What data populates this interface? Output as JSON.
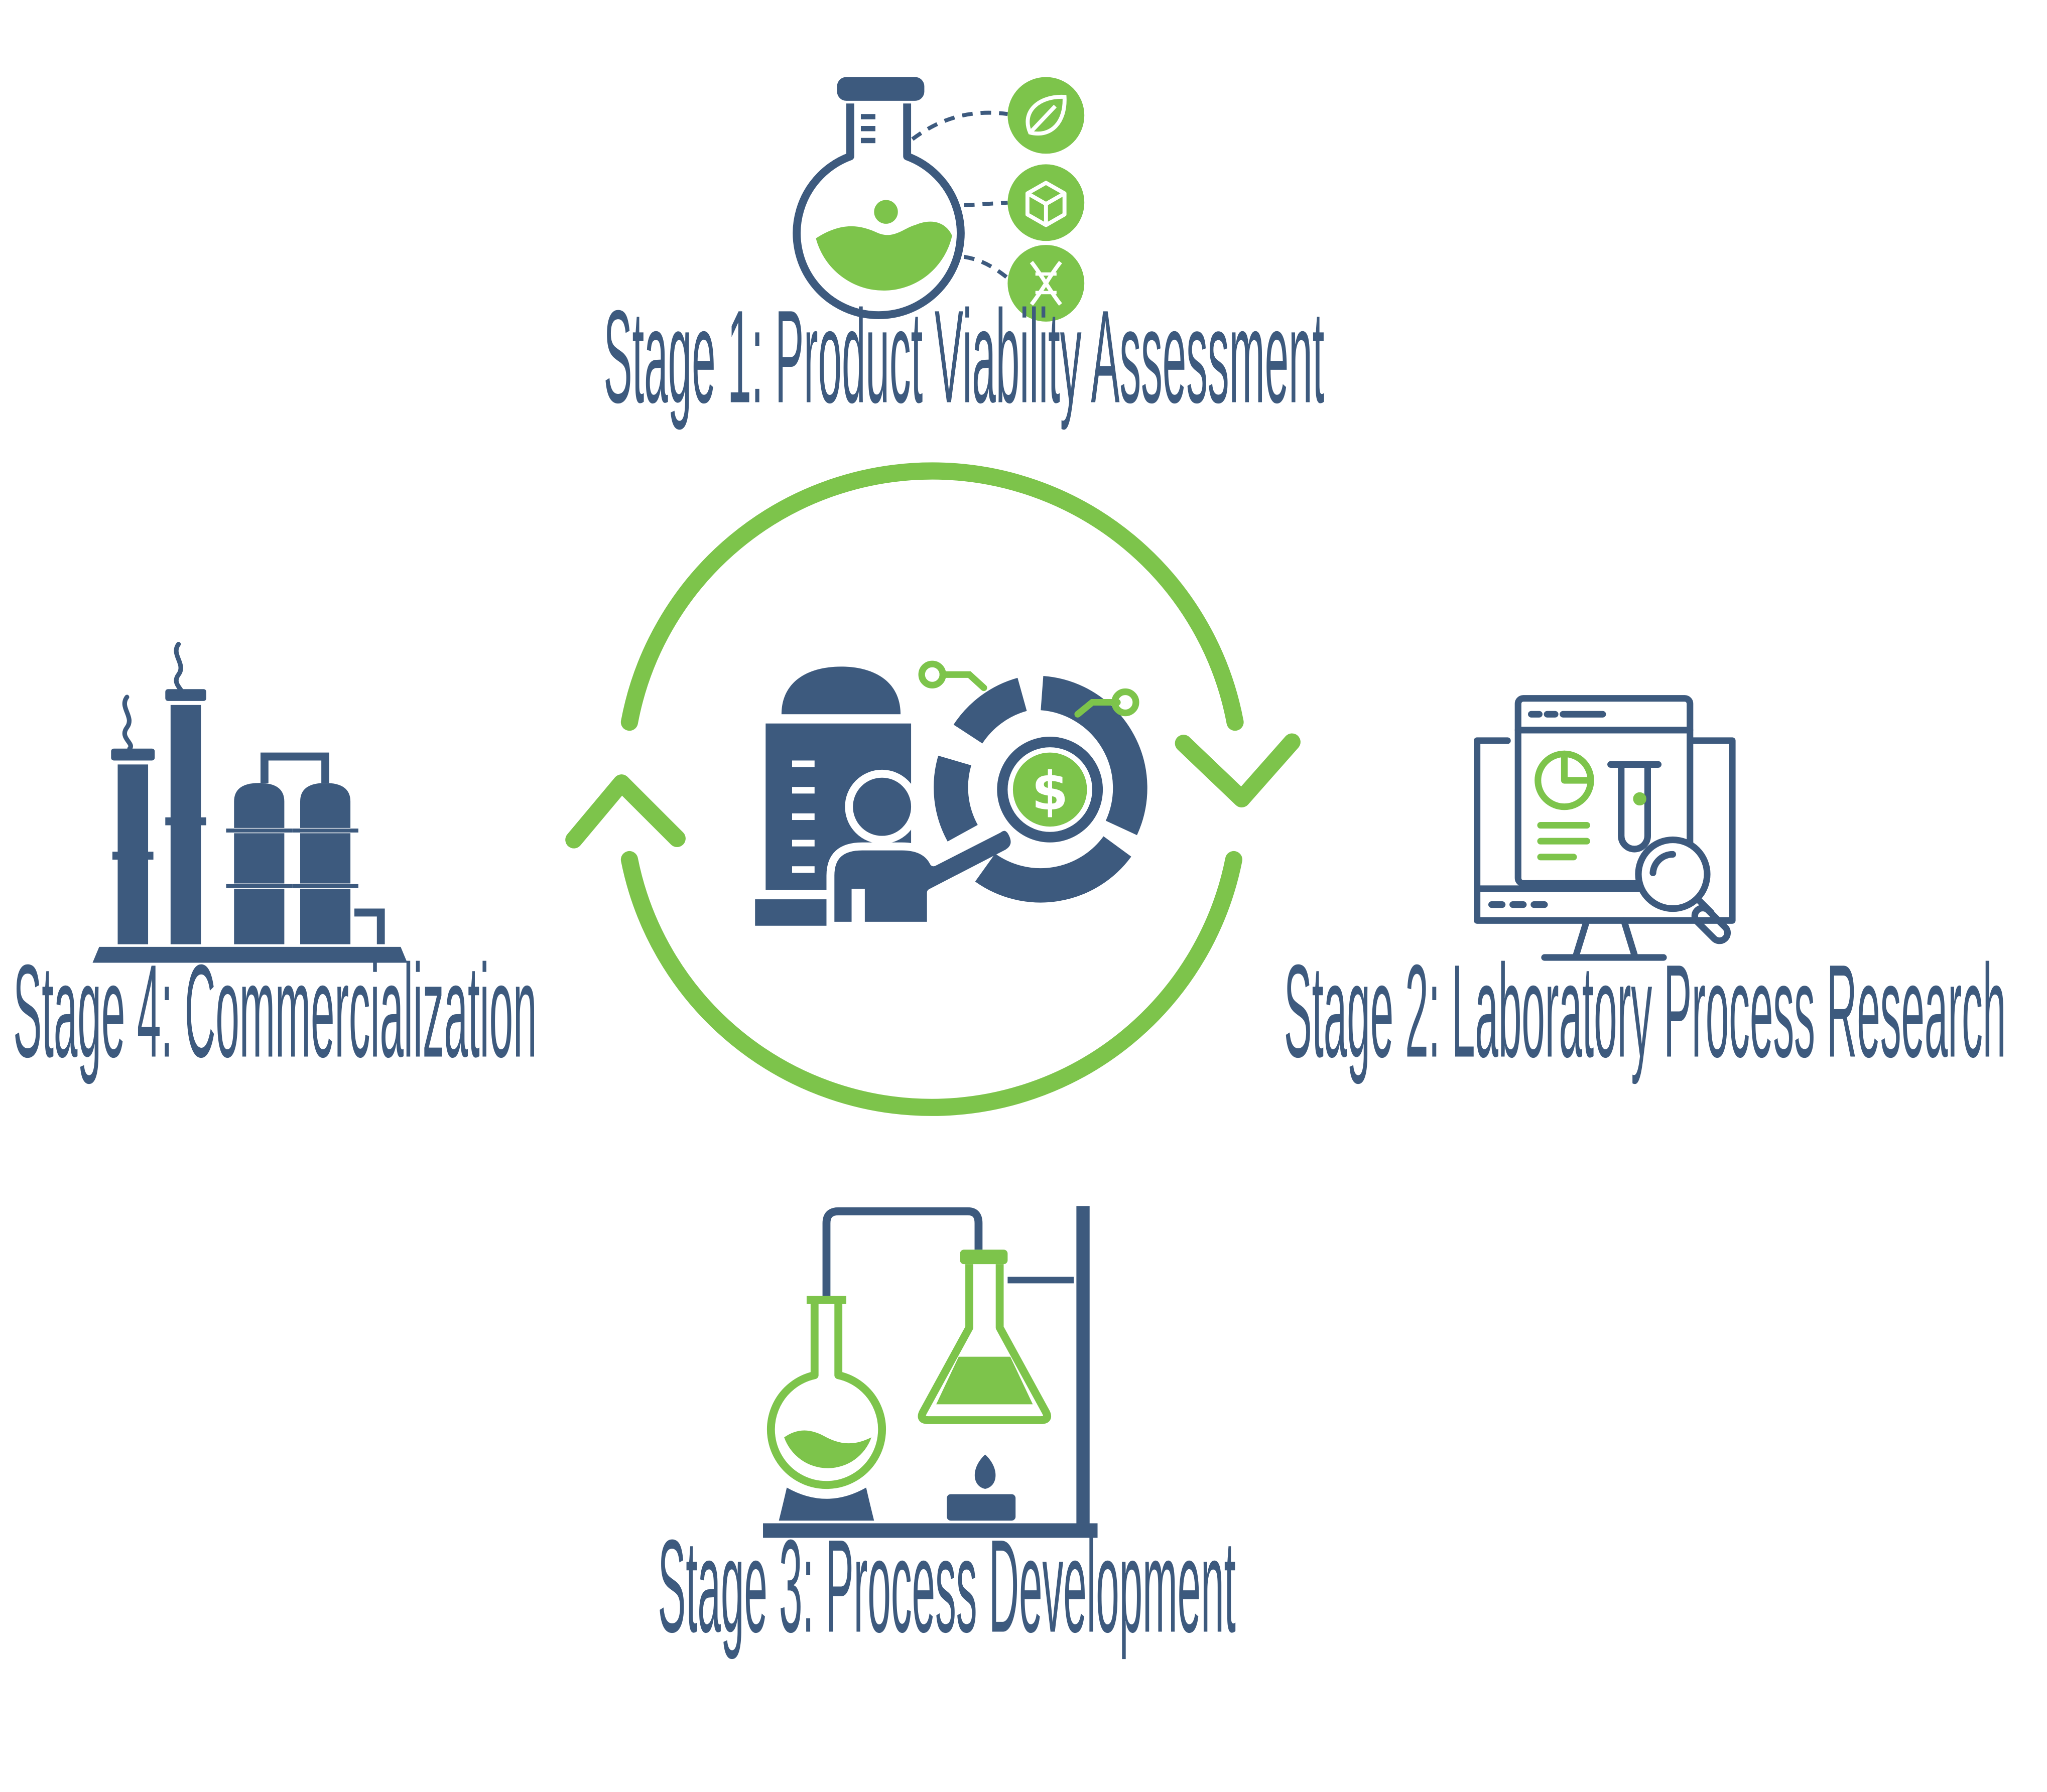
{
  "colors": {
    "navy": "#3d5a7e",
    "green": "#7dc44b",
    "background": "#ffffff"
  },
  "cycle": {
    "direction": "clockwise",
    "center_icon": "person-presenting-silo-and-dollar-chart-icon"
  },
  "stages": [
    {
      "label": "Stage 1: Product Viability Assessment",
      "icon": "round-flask-with-leaf-cube-dna-icon"
    },
    {
      "label": "Stage 2: Laboratory Process Research",
      "icon": "computer-screens-test-tube-magnifier-icon"
    },
    {
      "label": "Stage 3: Process Development",
      "icon": "lab-apparatus-flasks-burner-icon"
    },
    {
      "label": "Stage 4: Commercialization",
      "icon": "industrial-plant-chimneys-tanks-icon"
    }
  ]
}
